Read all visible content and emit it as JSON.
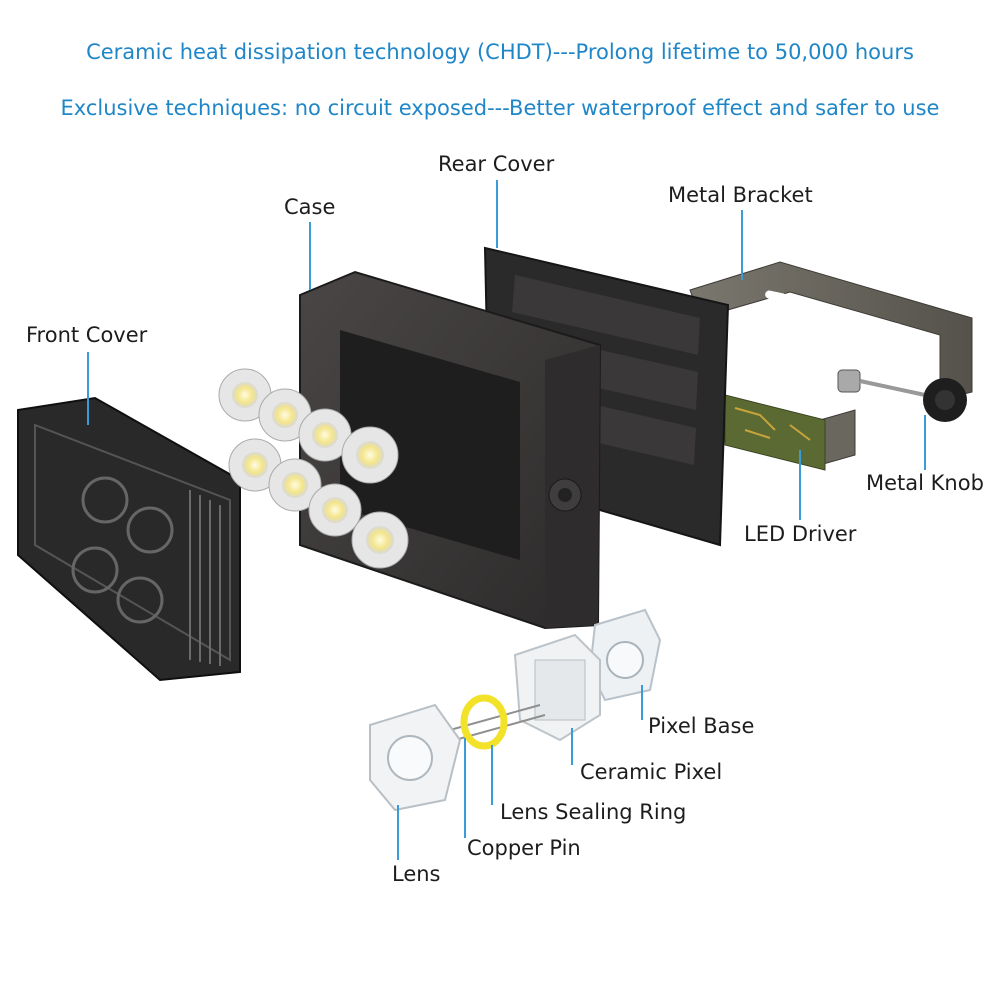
{
  "headlines": {
    "line1": "Ceramic heat dissipation technology (CHDT)---Prolong lifetime to 50,000 hours",
    "line2": "Exclusive techniques: no circuit exposed---Better waterproof effect and safer to use"
  },
  "labels": {
    "rear_cover": "Rear Cover",
    "case": "Case",
    "metal_bracket": "Metal Bracket",
    "front_cover": "Front Cover",
    "metal_knob": "Metal Knob",
    "led_driver": "LED Driver",
    "pixel_base": "Pixel Base",
    "ceramic_pixel": "Ceramic Pixel",
    "lens_sealing_ring": "Lens Sealing Ring",
    "copper_pin": "Copper Pin",
    "lens": "Lens"
  },
  "colors": {
    "headline": "#1f86c8",
    "leader_line": "#3a9bd6",
    "label_text": "#1d1d1d",
    "case_dark": "#3b3838",
    "sealing_ring": "#f2e22a"
  }
}
